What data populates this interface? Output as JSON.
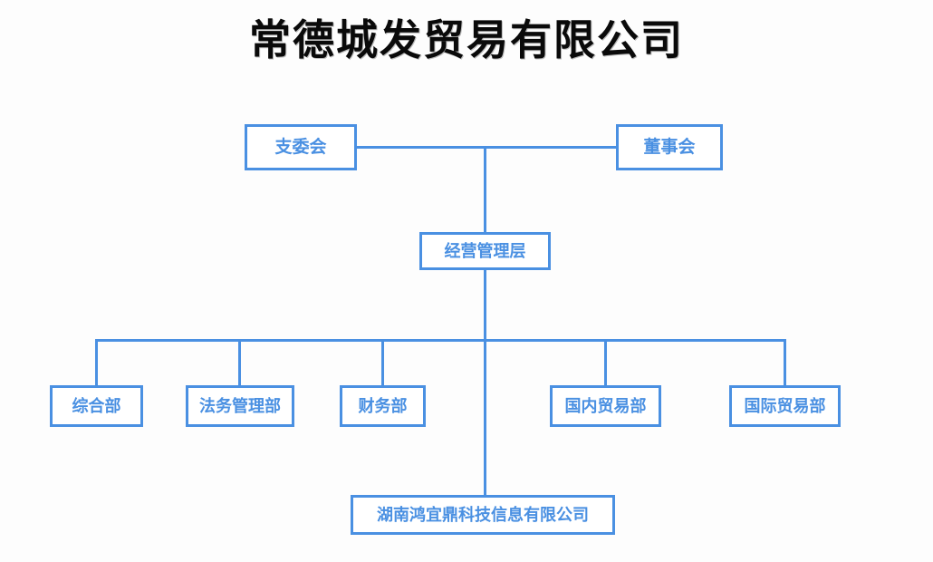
{
  "title": "常德城发贸易有限公司",
  "theme": {
    "line_color": "#4a90e2",
    "node_border_color": "#4a90e2",
    "node_text_color": "#4a90e2",
    "node_fill_color": "#ffffff",
    "title_color": "#0a0a0a",
    "background_color": "#fdfdfd"
  },
  "nodes": {
    "party_committee": "支委会",
    "board_of_directors": "董事会",
    "management": "经营管理层",
    "subsidiary": "湖南鸿宜鼎科技信息有限公司"
  },
  "departments": [
    {
      "label": "综合部"
    },
    {
      "label": "法务管理部"
    },
    {
      "label": "财务部"
    },
    {
      "label": "国内贸易部"
    },
    {
      "label": "国际贸易部"
    }
  ]
}
